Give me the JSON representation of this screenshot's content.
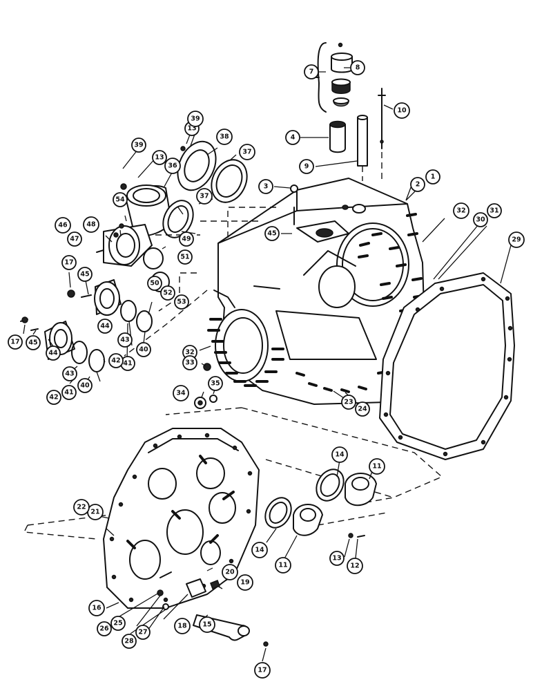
{
  "callouts": [
    {
      "id": "c-1",
      "label": "1"
    },
    {
      "id": "c-2",
      "label": "2"
    },
    {
      "id": "c-3",
      "label": "3"
    },
    {
      "id": "c-4",
      "label": "4"
    },
    {
      "id": "c-7",
      "label": "7"
    },
    {
      "id": "c-8",
      "label": "8"
    },
    {
      "id": "c-9",
      "label": "9"
    },
    {
      "id": "c-10",
      "label": "10"
    },
    {
      "id": "c-11a",
      "label": "11"
    },
    {
      "id": "c-11b",
      "label": "11"
    },
    {
      "id": "c-12",
      "label": "12"
    },
    {
      "id": "c-13a",
      "label": "13"
    },
    {
      "id": "c-13b",
      "label": "13"
    },
    {
      "id": "c-13c",
      "label": "13"
    },
    {
      "id": "c-14a",
      "label": "14"
    },
    {
      "id": "c-14b",
      "label": "14"
    },
    {
      "id": "c-15",
      "label": "15"
    },
    {
      "id": "c-16",
      "label": "16"
    },
    {
      "id": "c-17a",
      "label": "17"
    },
    {
      "id": "c-17b",
      "label": "17"
    },
    {
      "id": "c-17c",
      "label": "17"
    },
    {
      "id": "c-18",
      "label": "18"
    },
    {
      "id": "c-19",
      "label": "19"
    },
    {
      "id": "c-20",
      "label": "20"
    },
    {
      "id": "c-21",
      "label": "21"
    },
    {
      "id": "c-22",
      "label": "22"
    },
    {
      "id": "c-23",
      "label": "23"
    },
    {
      "id": "c-24",
      "label": "24"
    },
    {
      "id": "c-25",
      "label": "25"
    },
    {
      "id": "c-26",
      "label": "26"
    },
    {
      "id": "c-27",
      "label": "27"
    },
    {
      "id": "c-28",
      "label": "28"
    },
    {
      "id": "c-29",
      "label": "29"
    },
    {
      "id": "c-30",
      "label": "30"
    },
    {
      "id": "c-31",
      "label": "31"
    },
    {
      "id": "c-32a",
      "label": "32"
    },
    {
      "id": "c-32b",
      "label": "32"
    },
    {
      "id": "c-33",
      "label": "33"
    },
    {
      "id": "c-34",
      "label": "34"
    },
    {
      "id": "c-35",
      "label": "35"
    },
    {
      "id": "c-36",
      "label": "36"
    },
    {
      "id": "c-37a",
      "label": "37"
    },
    {
      "id": "c-37b",
      "label": "37"
    },
    {
      "id": "c-38",
      "label": "38"
    },
    {
      "id": "c-39a",
      "label": "39"
    },
    {
      "id": "c-39b",
      "label": "39"
    },
    {
      "id": "c-40a",
      "label": "40"
    },
    {
      "id": "c-40b",
      "label": "40"
    },
    {
      "id": "c-41a",
      "label": "41"
    },
    {
      "id": "c-41b",
      "label": "41"
    },
    {
      "id": "c-42a",
      "label": "42"
    },
    {
      "id": "c-42b",
      "label": "42"
    },
    {
      "id": "c-43a",
      "label": "43"
    },
    {
      "id": "c-43b",
      "label": "43"
    },
    {
      "id": "c-44a",
      "label": "44"
    },
    {
      "id": "c-44b",
      "label": "44"
    },
    {
      "id": "c-45a",
      "label": "45"
    },
    {
      "id": "c-45b",
      "label": "45"
    },
    {
      "id": "c-45c",
      "label": "45"
    },
    {
      "id": "c-46",
      "label": "46"
    },
    {
      "id": "c-47",
      "label": "47"
    },
    {
      "id": "c-48",
      "label": "48"
    },
    {
      "id": "c-49",
      "label": "49"
    },
    {
      "id": "c-50",
      "label": "50"
    },
    {
      "id": "c-51",
      "label": "51"
    },
    {
      "id": "c-52",
      "label": "52"
    },
    {
      "id": "c-53",
      "label": "53"
    },
    {
      "id": "c-54",
      "label": "54"
    }
  ]
}
